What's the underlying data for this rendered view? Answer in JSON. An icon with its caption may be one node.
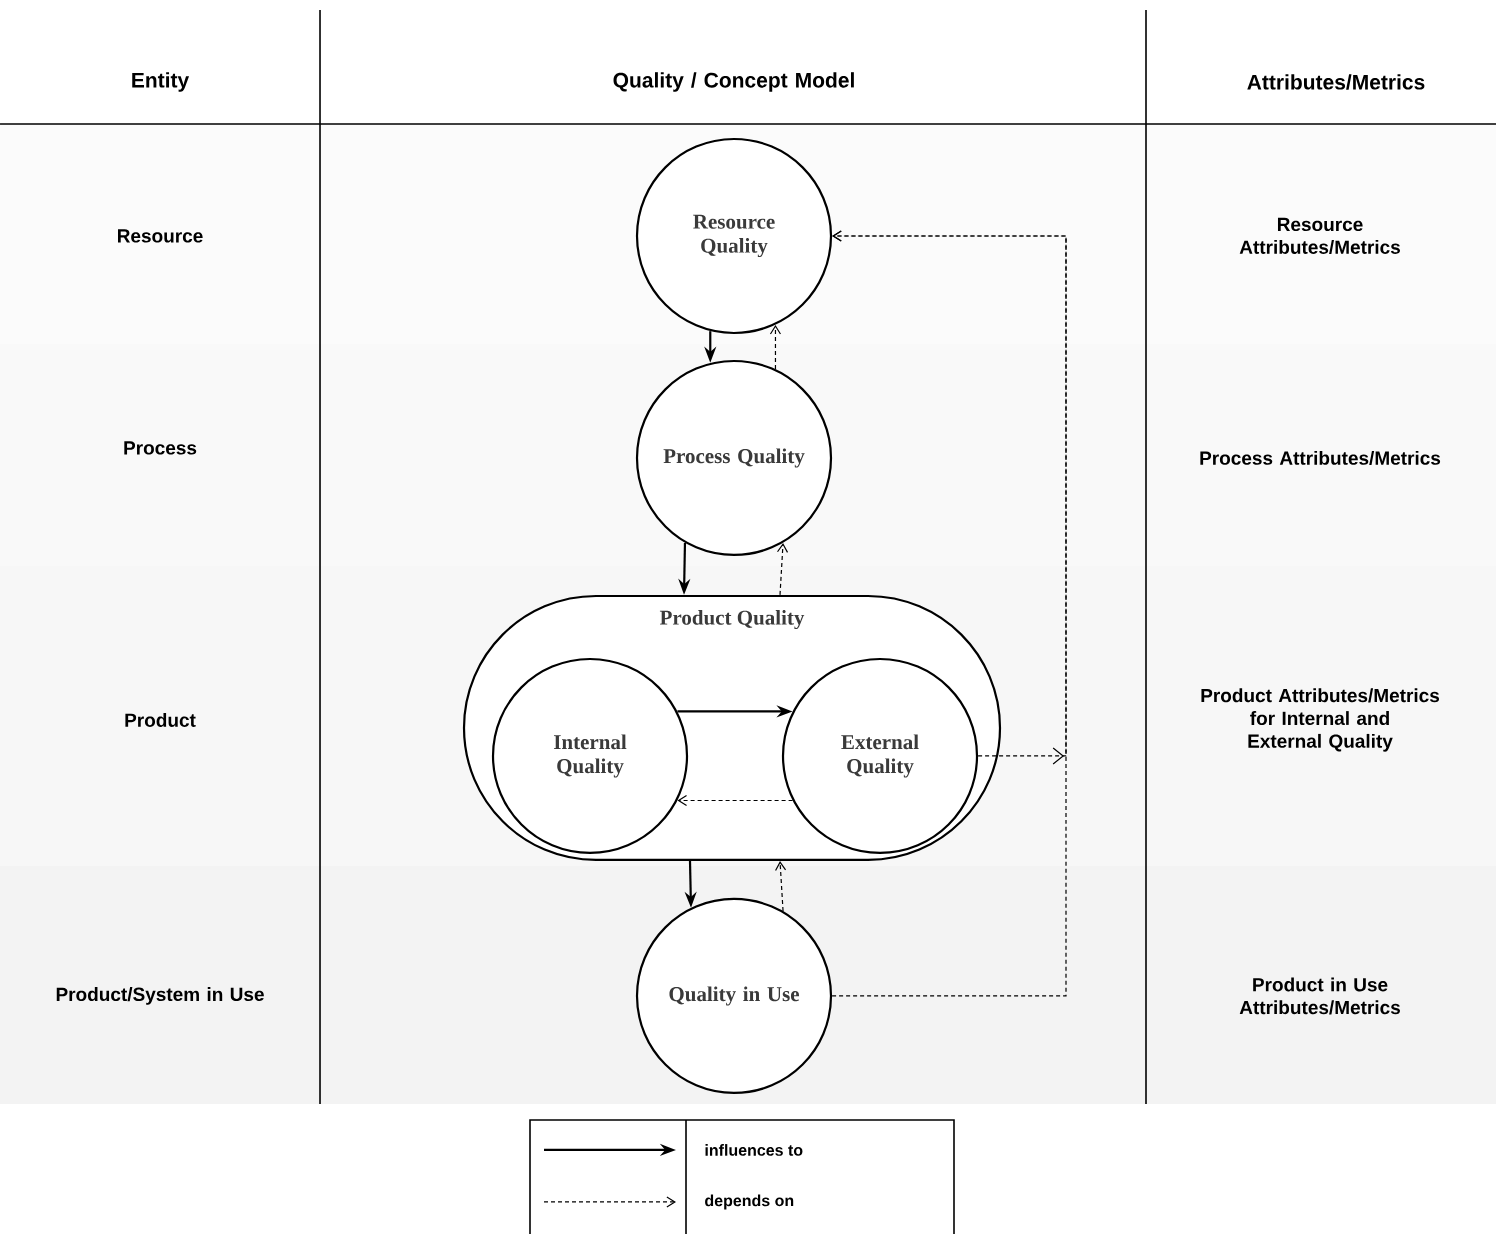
{
  "diagram": {
    "nodes": [
      {
        "text": [
          "Resource Quality"
        ]
      },
      {
        "text": [
          "Process Quality"
        ]
      },
      {
        "text": [
          "Product Quality"
        ]
      },
      {
        "text": [
          "Internal Quality"
        ],
        "in": 2
      },
      {
        "text": [
          "External Quality"
        ],
        "in": 2
      },
      {
        "text": [
          "Quality in Use"
        ]
      }
    ],
    "edges": [
      {
        "from": 0,
        "to": 1,
        "arrow": "to"
      },
      {
        "from": 1,
        "to": 0,
        "arrow": "to",
        "style": "dashed"
      },
      {
        "from": 1,
        "to": 2,
        "arrow": "to"
      },
      {
        "from": 2,
        "to": 1,
        "arrow": "to",
        "style": "dashed"
      },
      {
        "from": 3,
        "to": 4,
        "arrow": "to"
      },
      {
        "from": 4,
        "to": 3,
        "arrow": "to",
        "style": "dashed"
      },
      {
        "from": 2,
        "to": 5,
        "arrow": "to"
      },
      {
        "from": 5,
        "to": 2,
        "arrow": "to",
        "style": "dashed"
      },
      {
        "from": 4,
        "to": 0,
        "arrow": "to",
        "style": "dashed"
      },
      {
        "from": 5,
        "to": 0,
        "arrow": "to",
        "style": "dashed"
      }
    ],
    "labels": [
      "Entity",
      "Quality / Concept Model",
      "Attributes/Metrics",
      "Resource",
      "Resource Attributes/Metrics",
      "Process",
      "Process Attributes/Metrics",
      "Product",
      "Product Attributes/Metrics for Internal and External Quality",
      "Product/System in Use",
      "Product in Use Attributes/Metrics"
    ],
    "legend": [
      {
        "text": "influences to"
      },
      {
        "text": "depends on"
      }
    ]
  }
}
